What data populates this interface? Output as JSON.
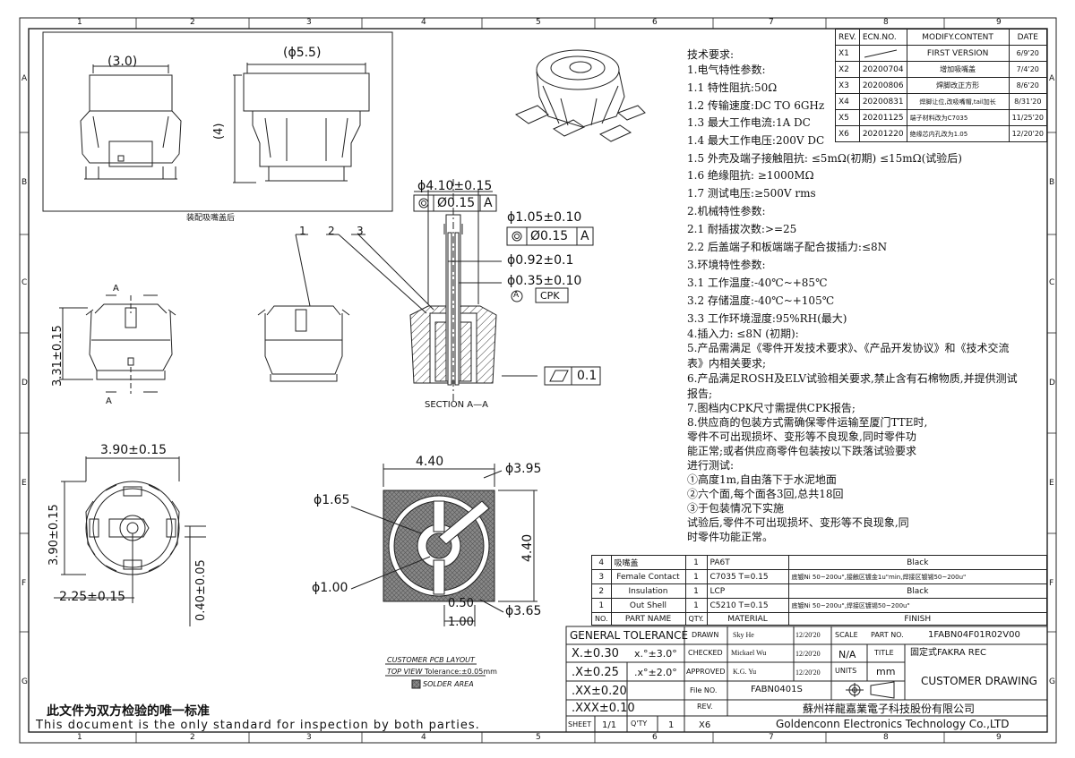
{
  "zones": {
    "cols": [
      "1",
      "2",
      "3",
      "4",
      "5",
      "6",
      "7",
      "8",
      "9"
    ],
    "rows": [
      "A",
      "B",
      "C",
      "D",
      "E",
      "F",
      "G"
    ]
  },
  "inset": {
    "caption": "装配吸嘴盖后",
    "dim_width": "(3.0)",
    "dim_dia": "(ϕ5.5)",
    "dim_height": "(4)"
  },
  "views": {
    "label_1": "1",
    "label_2": "2",
    "label_3": "3",
    "section_mark": "A",
    "section_title": "SECTION A—A",
    "dim_height": "3.31±0.15",
    "dim_od": "ϕ4.10±0.15",
    "fcf1_tol": "Ø0.15",
    "fcf1_datum": "A",
    "dim_pin": "ϕ1.05±0.10",
    "fcf2_tol": "Ø0.15",
    "fcf2_datum": "A",
    "dim_092": "ϕ0.92±0.1",
    "dim_035": "ϕ0.35±0.10",
    "datum_a": "A",
    "cpk": "CPK",
    "flat_tol": "0.1",
    "bottom_w": "3.90±0.15",
    "bottom_h": "3.90±0.15",
    "bottom_off": "2.25±0.15",
    "bottom_v": "0.40±0.05",
    "pcb_w": "4.40",
    "pcb_h": "4.40",
    "pcb_d395": "ϕ3.95",
    "pcb_d165": "ϕ1.65",
    "pcb_d100": "ϕ1.00",
    "pcb_d365": "ϕ3.65",
    "pcb_050": "0.50",
    "pcb_100": "1.00",
    "pcb_title": "CUSTOMER PCB LAYOUT",
    "pcb_top": "TOP VIEW",
    "pcb_tol": "Tolerance:±0.05mm",
    "pcb_solder": "SOLDER AREA"
  },
  "requirements": [
    "技术要求:",
    "1.电气特性参数:",
    "  1.1 特性阻抗:50Ω",
    "  1.2 传输速度:DC TO 6GHz",
    "  1.3 最大工作电流:1A DC",
    "  1.4 最大工作电压:200V DC",
    "  1.5 外壳及端子接触阻抗:  ≤5mΩ(初期)  ≤15mΩ(试验后)",
    "  1.6 绝缘阻抗:  ≥1000MΩ",
    "  1.7 测试电压:≥500V rms",
    "2.机械特性参数:",
    "  2.1 耐插拔次数:>=25",
    "  2.2 后盖端子和板端端子配合拔插力:≤8N",
    "3.环境特性参数:",
    "  3.1 工作温度:-40℃~+85℃",
    "  3.2 存储温度:-40℃~+105℃",
    "  3.3 工作环境湿度:95%RH(最大)",
    "4.插入力:  ≤8N  (初期):",
    "5.产品需满足《零件开发技术要求》、《产品开发协议》和《技术交流",
    "表》内相关要求;",
    "6.产品满足ROSH及ELV试验相关要求,禁止含有石棉物质,并提供测试",
    "报告;",
    "7.图档内CPK尺寸需提供CPK报告;",
    "8.供应商的包装方式需确保零件运输至厦门TTE时,",
    "零件不可出现损坏、变形等不良现象,同时零件功",
    "能正常;或者供应商零件包装按以下跌落试验要求",
    "进行测试:",
    "   ①高度1m,自由落下于水泥地面",
    "   ②六个面,每个面各3回,总共18回",
    "   ③于包装情况下实施",
    "试验后,零件不可出现损坏、变形等不良现象,同",
    "时零件功能正常。"
  ],
  "revisions": {
    "headers": [
      "REV.",
      "ECN.NO.",
      "MODIFY.CONTENT",
      "DATE"
    ],
    "rows": [
      [
        "X1",
        "",
        "FIRST  VERSION",
        "6/9'20"
      ],
      [
        "X2",
        "20200704",
        "增加吸嘴盖",
        "7/4'20"
      ],
      [
        "X3",
        "20200806",
        "焊脚改正方形",
        "8/6'20"
      ],
      [
        "X4",
        "20200831",
        "焊脚让位,改吸嘴帽,tail加长",
        "8/31'20"
      ],
      [
        "X5",
        "20201125",
        "端子材料改为C7035",
        "11/25'20"
      ],
      [
        "X6",
        "20201220",
        "绝缘芯内孔改为1.05",
        "12/20'20"
      ]
    ]
  },
  "bom": {
    "headers": [
      "NO.",
      "PART NAME",
      "QTY.",
      "MATERIAL",
      "FINISH"
    ],
    "rows": [
      [
        "4",
        "吸嘴盖",
        "1",
        "PA6T",
        "Black"
      ],
      [
        "3",
        "Female Contact",
        "1",
        "C7035  T=0.15",
        "底镀Ni 50~200u\",接触区镀金1u\"min,焊接区镀锡50~200u\""
      ],
      [
        "2",
        "Insulation",
        "1",
        "LCP",
        "Black"
      ],
      [
        "1",
        "Out Shell",
        "1",
        "C5210  T=0.15",
        "底镀Ni 50~200u\",焊接区镀锡50~200u\""
      ]
    ]
  },
  "titleblock": {
    "gt_title": "GENERAL TOLERANCE",
    "tol_x": "X.±0.30",
    "tol_ang1": "x.°±3.0°",
    "tol_xx": ".X±0.25",
    "tol_ang2": ".x°±2.0°",
    "tol_xxx": ".XX±0.20",
    "tol_xxxx": ".XXX±0.10",
    "drawn_label": "DRAWN",
    "drawn_by": "Sky He",
    "drawn_date": "12/20'20",
    "checked_label": "CHECKED",
    "checked_by": "Mickael Wu",
    "checked_date": "12/20'20",
    "approved_label": "APPROVED",
    "approved_by": "K.G. Yu",
    "approved_date": "12/20'20",
    "scale_label": "SCALE",
    "scale_val": "N/A",
    "units_label": "UNITS",
    "units_val": "mm",
    "partno_label": "PART NO.",
    "partno_val": "1FABN04F01R02V00",
    "title_label": "TITLE",
    "title_val": "固定式FAKRA REC",
    "file_label": "File NO.",
    "file_val": "FABN0401S",
    "rev_label": "REV.",
    "rev_val": "X6",
    "sheet_label": "SHEET",
    "sheet_val": "1/1",
    "qty_label": "Q'TY",
    "qty_val": "1",
    "drawing_type": "CUSTOMER DRAWING",
    "company_cn": "蘇州祥龍嘉業電子科技股份有限公司",
    "company_en": "Goldenconn Electronics Technology Co.,LTD"
  },
  "footer": {
    "cn": "此文件为双方检验的唯一标准",
    "en": "This document is the only standard for inspection by both parties."
  }
}
